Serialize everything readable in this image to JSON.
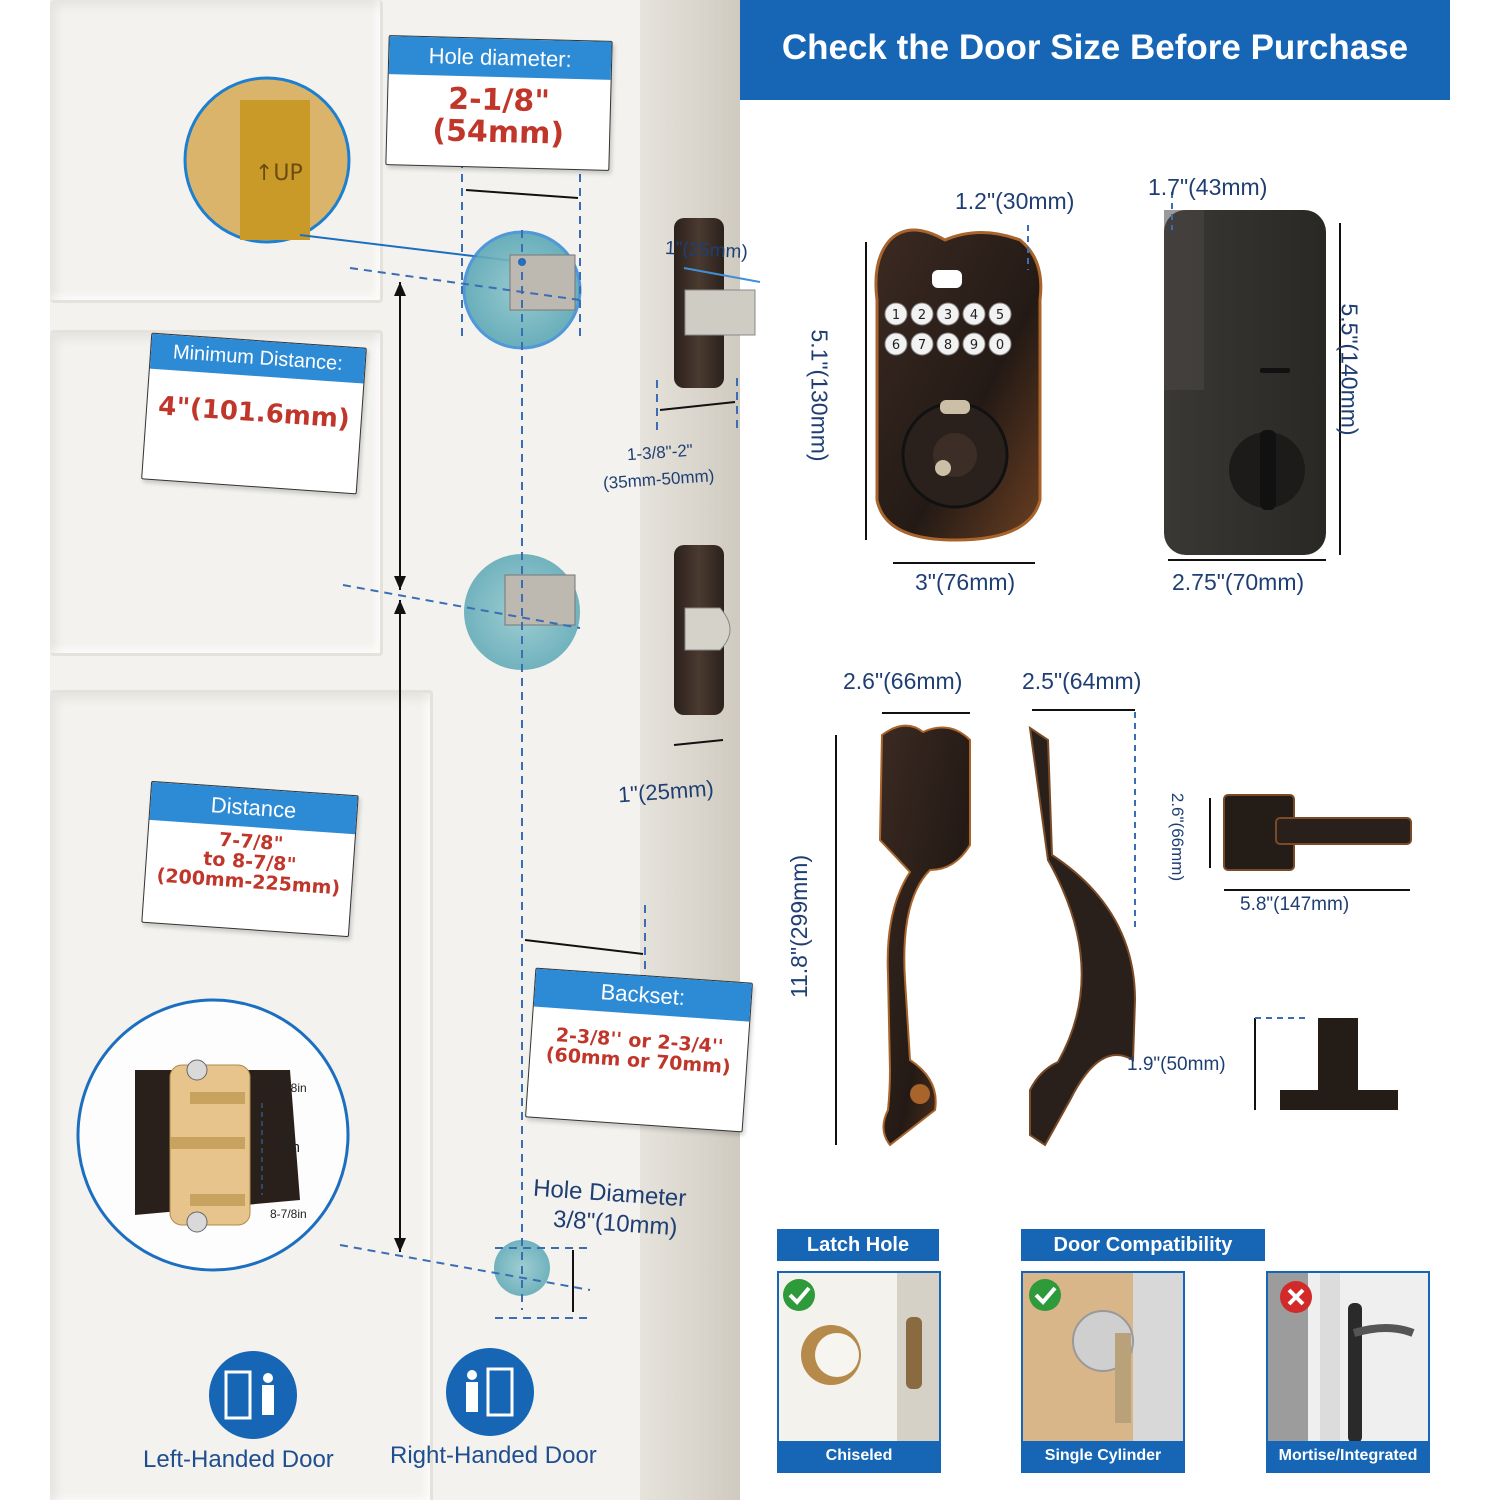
{
  "colors": {
    "brand_blue": "#1666b5",
    "accent_blue": "#2d8bd6",
    "value_red": "#c0362a",
    "dim_navy": "#1f3f73",
    "bronze": "#3a2a22"
  },
  "header": {
    "title": "Check the Door Size Before Purchase"
  },
  "door_labels": {
    "hole_diameter": {
      "title": "Hole diameter:",
      "value_line1": "2-1/8\"",
      "value_line2": "(54mm)"
    },
    "minimum_distance": {
      "title": "Minimum Distance:",
      "value": "4\"(101.6mm)"
    },
    "distance": {
      "title": "Distance",
      "value_line1": "7-7/8\"",
      "value_line2": "to 8-7/8\"",
      "value_line3": "(200mm-225mm)"
    },
    "backset": {
      "title": "Backset:",
      "value_line1": "2-3/8'' or 2-3/4''",
      "value_line2": "(60mm or 70mm)"
    }
  },
  "door_dims": {
    "faceplate_width_top": "1\"(25mm)",
    "door_thickness_line1": "1-3/8\"-2\"",
    "door_thickness_line2": "(35mm-50mm)",
    "faceplate_width_bottom": "1\"(25mm)",
    "small_hole_line1": "Hole Diameter",
    "small_hole_line2": "3/8\"(10mm)"
  },
  "template_inset": {
    "top": "7-7/8in",
    "middle": "1in",
    "bottom": "8-7/8in"
  },
  "handedness": {
    "left": "Left-Handed Door",
    "right": "Right-Handed Door"
  },
  "product_dims": {
    "keypad_depth": "1.2\"(30mm)",
    "keypad_height": "5.1\"(130mm)",
    "keypad_width": "3\"(76mm)",
    "inside_depth": "1.7\"(43mm)",
    "inside_height": "5.5\"(140mm)",
    "inside_width": "2.75\"(70mm)",
    "handle_width_front": "2.6\"(66mm)",
    "handle_width_side": "2.5\"(64mm)",
    "handle_height": "11.8\"(299mm)",
    "lever_height": "2.6\"(66mm)",
    "lever_width": "5.8\"(147mm)",
    "lever_depth": "1.9\"(50mm)"
  },
  "keypad_keys": [
    "1",
    "2",
    "3",
    "4",
    "5",
    "6",
    "7",
    "8",
    "9",
    "0"
  ],
  "latch_hole": {
    "title": "Latch Hole",
    "tile_caption": "Chiseled",
    "status": "check"
  },
  "door_compat": {
    "title": "Door Compatibility",
    "tiles": [
      {
        "caption": "Single Cylinder",
        "status": "check"
      },
      {
        "caption": "Mortise/Integrated",
        "status": "cross"
      }
    ]
  }
}
